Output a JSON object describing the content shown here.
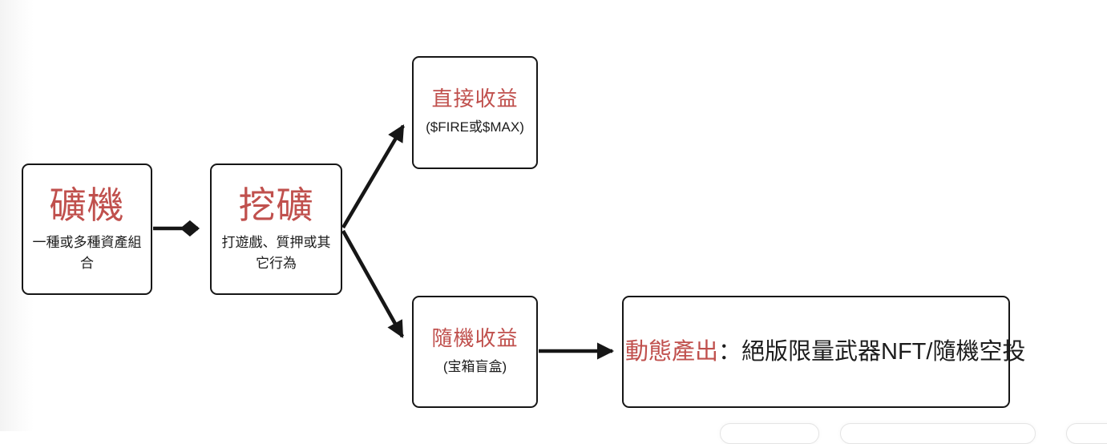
{
  "palette": {
    "accent_red": "#c0504d",
    "ink": "#1c1c1c",
    "box_border": "#161616",
    "peek_card_border": "#e4e4e4"
  },
  "diagram": {
    "nodes": {
      "miner": {
        "title": "礦機",
        "subtitle": "一種或多種資產組合"
      },
      "mining": {
        "title": "挖礦",
        "subtitle": "打遊戲、質押或其它行為"
      },
      "direct_yield": {
        "title": "直接收益",
        "subtitle": "($FIRE或$MAX)"
      },
      "random_yield": {
        "title": "隨機收益",
        "subtitle": "(宝箱盲盒)"
      },
      "dynamic_output": {
        "label": "動態產出",
        "description": "：絕版限量武器NFT/隨機空投"
      }
    },
    "edges": [
      {
        "from": "miner",
        "to": "mining",
        "arrowhead": "diamond"
      },
      {
        "from": "mining",
        "to": "direct_yield",
        "arrowhead": "triangle"
      },
      {
        "from": "mining",
        "to": "random_yield",
        "arrowhead": "triangle"
      },
      {
        "from": "random_yield",
        "to": "dynamic_output",
        "arrowhead": "triangle"
      }
    ]
  }
}
